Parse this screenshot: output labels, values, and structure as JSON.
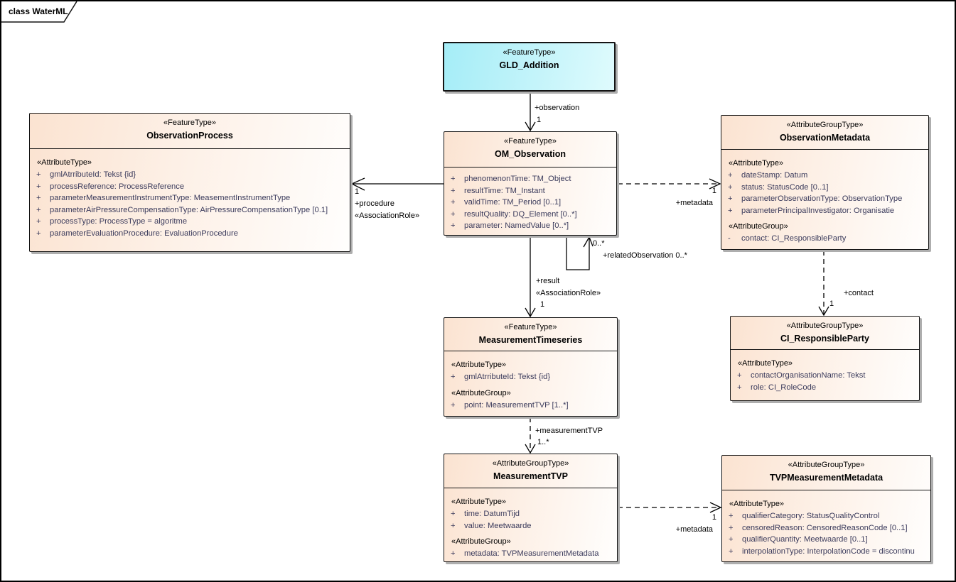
{
  "frame": {
    "label": "class WaterML"
  },
  "colors": {
    "box_fill": "#fbe3d1",
    "box_fill_cyan": "#a5edf7",
    "attr_text": "#3b3b5c",
    "line": "#000000",
    "shadow": "#aeaeae"
  },
  "classes": [
    {
      "id": "gld_addition",
      "stereotype": "«FeatureType»",
      "name": "GLD_Addition",
      "sections": []
    },
    {
      "id": "om_observation",
      "stereotype": "«FeatureType»",
      "name": "OM_Observation",
      "sections": [
        {
          "heading": "",
          "attributes": [
            {
              "vis": "+",
              "text": "phenomenonTime: TM_Object"
            },
            {
              "vis": "+",
              "text": "resultTime: TM_Instant"
            },
            {
              "vis": "+",
              "text": "validTime: TM_Period [0..1]"
            },
            {
              "vis": "+",
              "text": "resultQuality: DQ_Element [0..*]"
            },
            {
              "vis": "+",
              "text": "parameter: NamedValue [0..*]"
            }
          ]
        }
      ]
    },
    {
      "id": "observation_process",
      "stereotype": "«FeatureType»",
      "name": "ObservationProcess",
      "sections": [
        {
          "heading": "«AttributeType»",
          "attributes": [
            {
              "vis": "+",
              "text": "gmlAtrributeId: Tekst {id}"
            },
            {
              "vis": "+",
              "text": "processReference: ProcessReference"
            },
            {
              "vis": "+",
              "text": "parameterMeasurementInstrumentType: MeasementInstrumentType"
            },
            {
              "vis": "+",
              "text": "parameterAirPressureCompensationType: AirPressureCompensationType [0.1]"
            },
            {
              "vis": "+",
              "text": "processType: ProcessType = algoritme"
            },
            {
              "vis": "+",
              "text": "parameterEvaluationProcedure: EvaluationProcedure"
            }
          ]
        }
      ]
    },
    {
      "id": "observation_metadata",
      "stereotype": "«AttributeGroupType»",
      "name": "ObservationMetadata",
      "sections": [
        {
          "heading": "«AttributeType»",
          "attributes": [
            {
              "vis": "+",
              "text": "dateStamp: Datum"
            },
            {
              "vis": "+",
              "text": "status: StatusCode [0..1]"
            },
            {
              "vis": "+",
              "text": "parameterObservationType: ObservationType"
            },
            {
              "vis": "+",
              "text": "parameterPrincipalInvestigator: Organisatie"
            }
          ]
        },
        {
          "heading": "«AttributeGroup»",
          "attributes": [
            {
              "vis": "-",
              "text": "contact: CI_ResponsibleParty"
            }
          ]
        }
      ]
    },
    {
      "id": "measurement_timeseries",
      "stereotype": "«FeatureType»",
      "name": "MeasurementTimeseries",
      "sections": [
        {
          "heading": "«AttributeType»",
          "attributes": [
            {
              "vis": "+",
              "text": "gmlAtrributeId: Tekst {id}"
            }
          ]
        },
        {
          "heading": "«AttributeGroup»",
          "attributes": [
            {
              "vis": "+",
              "text": "point: MeasurementTVP [1..*]"
            }
          ]
        }
      ]
    },
    {
      "id": "ci_responsible_party",
      "stereotype": "«AttributeGroupType»",
      "name": "CI_ResponsibleParty",
      "sections": [
        {
          "heading": "«AttributeType»",
          "attributes": [
            {
              "vis": "+",
              "text": "contactOrganisationName: Tekst"
            },
            {
              "vis": "+",
              "text": "role: CI_RoleCode"
            }
          ]
        }
      ]
    },
    {
      "id": "measurement_tvp",
      "stereotype": "«AttributeGroupType»",
      "name": "MeasurementTVP",
      "sections": [
        {
          "heading": "«AttributeType»",
          "attributes": [
            {
              "vis": "+",
              "text": "time: DatumTijd"
            },
            {
              "vis": "+",
              "text": "value: Meetwaarde"
            }
          ]
        },
        {
          "heading": "«AttributeGroup»",
          "attributes": [
            {
              "vis": "+",
              "text": "metadata: TVPMeasurementMetadata"
            }
          ]
        }
      ]
    },
    {
      "id": "tvp_measurement_metadata",
      "stereotype": "«AttributeGroupType»",
      "name": "TVPMeasurementMetadata",
      "sections": [
        {
          "heading": "«AttributeType»",
          "attributes": [
            {
              "vis": "+",
              "text": "qualifierCategory: StatusQualityControl"
            },
            {
              "vis": "+",
              "text": "censoredReason: CensoredReasonCode [0..1]"
            },
            {
              "vis": "+",
              "text": "qualifierQuantity: Meetwaarde [0..1]"
            },
            {
              "vis": "+",
              "text": "interpolationType: InterpolationCode = discontinu"
            }
          ]
        }
      ]
    }
  ],
  "connectors": {
    "observation": {
      "role": "+observation",
      "mult": "1"
    },
    "procedure": {
      "mult": "1",
      "role": "+procedure",
      "stereotype": "«AssociationRole»"
    },
    "om_metadata": {
      "mult": "1",
      "role": "+metadata"
    },
    "related_observation": {
      "source_mult": "0..*",
      "label": "+relatedObservation 0..*"
    },
    "result": {
      "role": "+result",
      "stereotype": "«AssociationRole»",
      "mult": "1"
    },
    "contact": {
      "role": "+contact",
      "mult": "1"
    },
    "measurement_tvp": {
      "role": "+measurementTVP",
      "mult": "1..*"
    },
    "tvp_metadata": {
      "mult": "1",
      "role": "+metadata"
    }
  }
}
